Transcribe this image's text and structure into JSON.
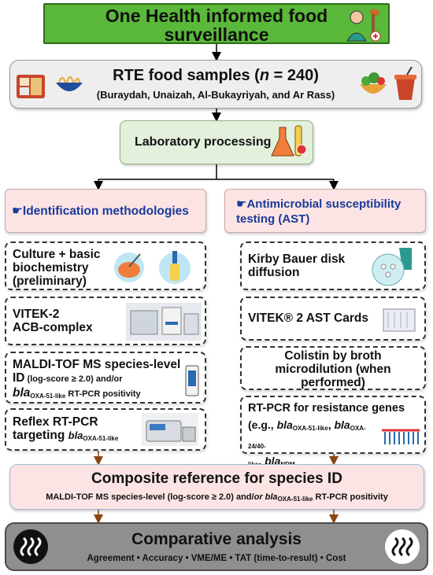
{
  "banner": {
    "line1": "One Health informed food",
    "line2": "surveillance"
  },
  "rte": {
    "title_pre": "RTE food samples (",
    "title_n": "n",
    "title_post": " = 240)",
    "regions": "(Buraydah, Unaizah, Al-Bukayriyah, and Ar Rass)"
  },
  "lab": {
    "label": "Laboratory processing"
  },
  "identification": {
    "header": "☛Identification methodologies",
    "culture": {
      "line1": "Culture + basic",
      "line2": "biochemistry",
      "line3": "(preliminary)"
    },
    "vitek": {
      "line1": "VITEK-2",
      "line2": "ACB-complex"
    },
    "maldi": {
      "line1": "MALDI-TOF MS species-level",
      "line2": "ID",
      "line2_small": " (log-score ≥ 2.0) and/or",
      "bla": "bla",
      "bla_sub": "OXA-51-like",
      "line3_rest": " RT-PCR positivity"
    },
    "reflex": {
      "line1": "Reflex RT-PCR",
      "line2": "targeting ",
      "bla": "bla",
      "bla_sub": "OXA-51-like"
    }
  },
  "ast": {
    "header_line1": "☛Antimicrobial susceptibility",
    "header_line2": "testing (AST)",
    "kirby": {
      "line1": "Kirby Bauer disk",
      "line2": "diffusion"
    },
    "vitek": {
      "label": "VITEK® 2 AST Cards"
    },
    "colistin": {
      "line1": "Colistin by broth",
      "line2": "microdilution (when",
      "line3": "performed)"
    },
    "rtpcr": {
      "line1": "RT-PCR for resistance genes",
      "line2_pre": "(e.g., ",
      "bla1": "bla",
      "bla1_sub": "OXA-51-like",
      "sep1": ", ",
      "bla2": "bla",
      "bla2_sub": "OXA-24/40-",
      "bla2_sub2": "like",
      "sep2": ", ",
      "bla3": "bla",
      "bla3_sub": "NDM"
    }
  },
  "composite": {
    "title": "Composite reference for species ID",
    "sub_pre": "MALDI-TOF MS species-level (log-score ≥ 2.0) and/",
    "sub_or": "or",
    "sub_bla": "bla",
    "sub_bla_sub": "OXA-51-like",
    "sub_post": " RT-PCR positivity"
  },
  "comparative": {
    "title": "Comparative analysis",
    "metrics": "Agreement • Accuracy • VME/ME • TAT (time-to-result) • Cost"
  },
  "colors": {
    "banner": "#5ab83a",
    "pink": "#fce4e4",
    "lab": "#e3f0dc",
    "accent_text": "#1a3a9a",
    "grey": "#8f8f8f",
    "arrow_brown": "#8b4513"
  }
}
